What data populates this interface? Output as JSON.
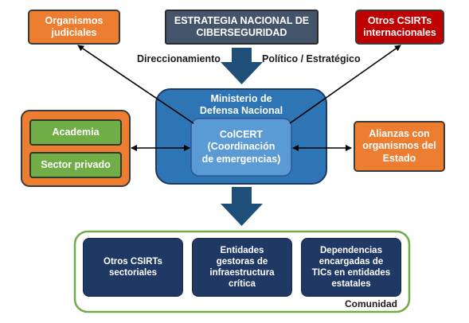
{
  "top": {
    "judicial": "Organismos\njudiciales",
    "strategy": "ESTRATEGIA NACIONAL DE\nCIBERSEGURIDAD",
    "international": "Otros CSIRTs\ninternacionales"
  },
  "flow_labels": {
    "direction": "Direccionamiento",
    "political": "Político / Estratégico"
  },
  "ministry": {
    "title": "Ministerio de\nDefensa Nacional",
    "colcert": "ColCERT\n(Coordinación\nde emergencias)"
  },
  "left_group": {
    "academia": "Academia",
    "private_sector": "Sector privado"
  },
  "right": {
    "alliances": "Alianzas con\norganismos del\nEstado"
  },
  "community": {
    "label": "Comunidad",
    "items": [
      "Otros CSIRTs\nsectoriales",
      "Entidades\ngestoras de\ninfraestructura\ncrítica",
      "Dependencias\nencargadas de\nTICs en entidades\nestatales"
    ]
  },
  "colors": {
    "orange": "#ed7d31",
    "slate": "#44546a",
    "red": "#c00000",
    "green": "#70ad47",
    "ministry_blue": "#2e75b6",
    "colcert_blue": "#5b9bd5",
    "navy": "#1f3864",
    "teal_arrow": "#1f4e79"
  }
}
